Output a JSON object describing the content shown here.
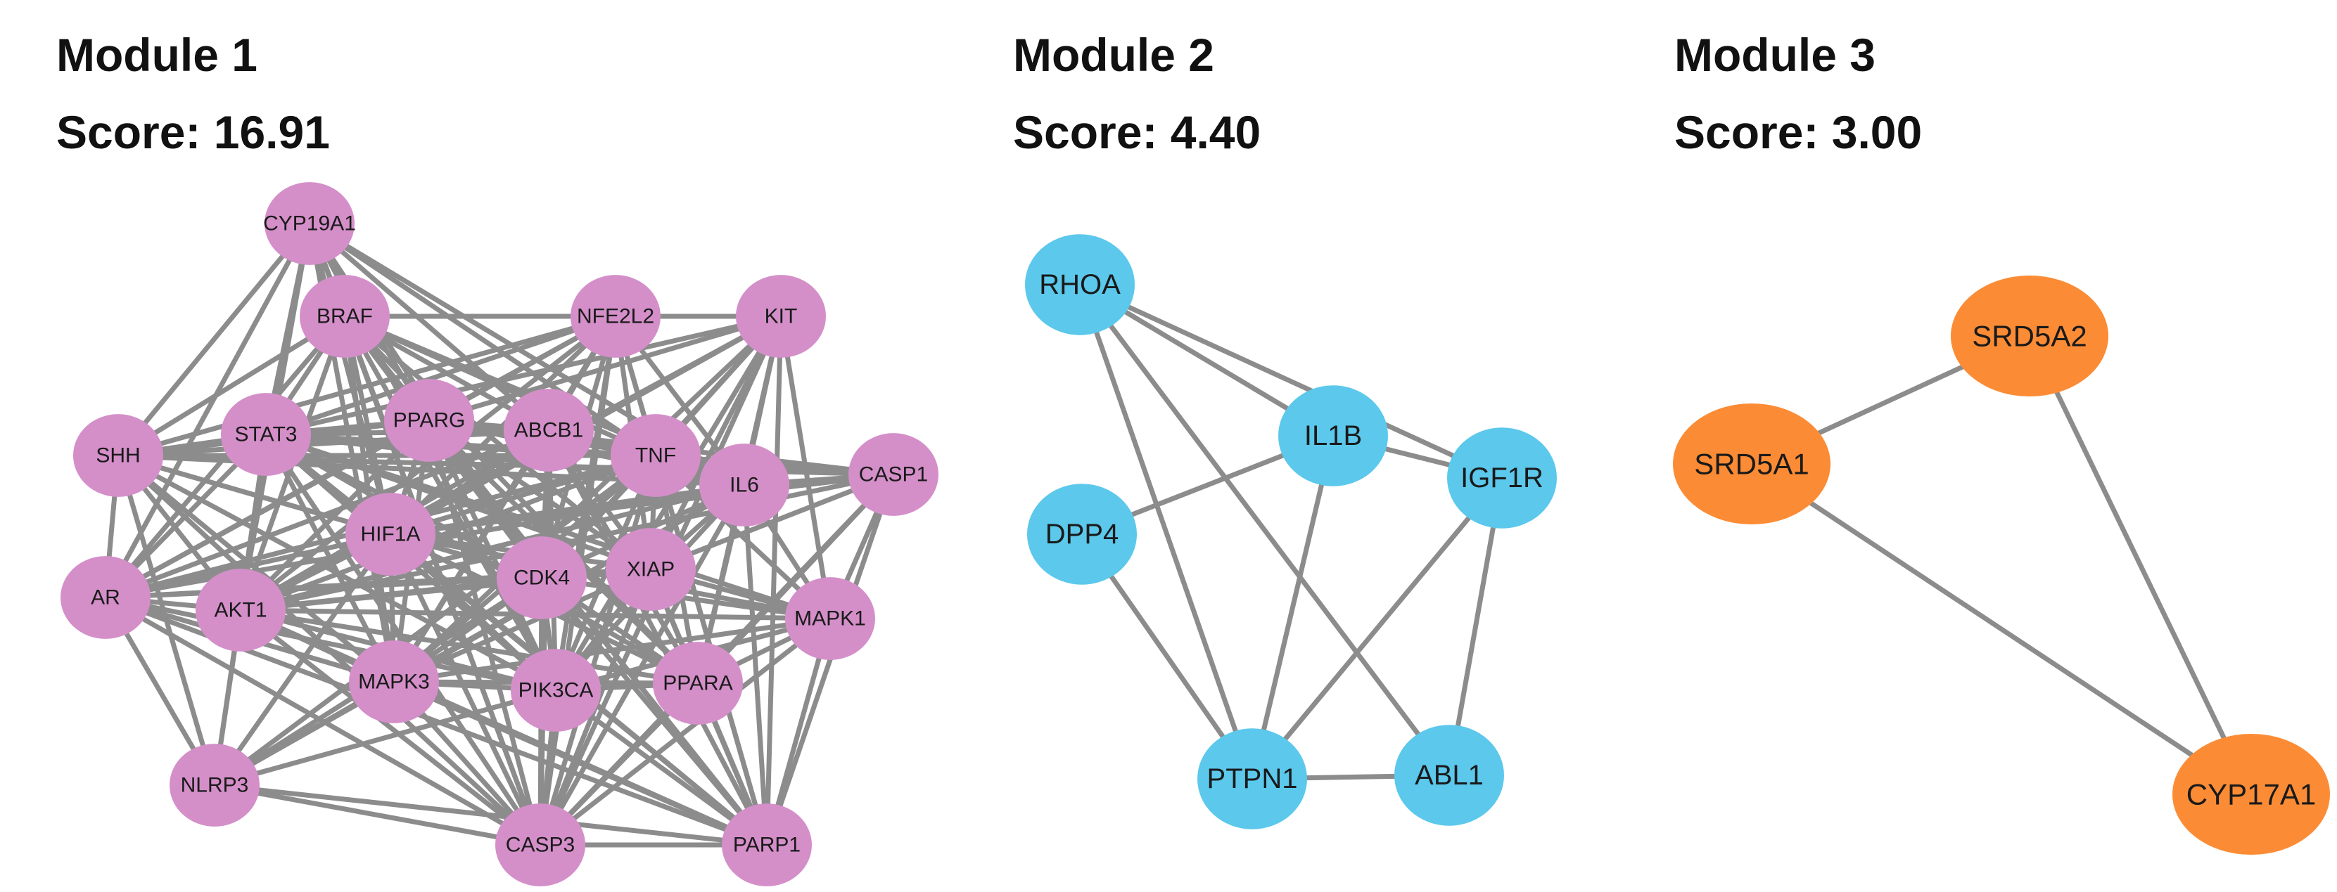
{
  "modules": [
    {
      "title": "Module 1",
      "score": "Score: 16.91",
      "node_color": "#d48fc9",
      "nodes": [
        "CYP19A1",
        "BRAF",
        "NFE2L2",
        "KIT",
        "SHH",
        "STAT3",
        "PPARG",
        "ABCB1",
        "TNF",
        "IL6",
        "CASP1",
        "HIF1A",
        "AR",
        "AKT1",
        "CDK4",
        "XIAP",
        "MAPK1",
        "MAPK3",
        "PIK3CA",
        "PPARA",
        "NLRP3",
        "CASP3",
        "PARP1"
      ],
      "edges": [
        [
          "CYP19A1",
          "BRAF"
        ],
        [
          "CYP19A1",
          "STAT3"
        ],
        [
          "CYP19A1",
          "SHH"
        ],
        [
          "CYP19A1",
          "AR"
        ],
        [
          "CYP19A1",
          "HIF1A"
        ],
        [
          "CYP19A1",
          "AKT1"
        ],
        [
          "CYP19A1",
          "PPARG"
        ],
        [
          "CYP19A1",
          "ABCB1"
        ],
        [
          "CYP19A1",
          "CDK4"
        ],
        [
          "CYP19A1",
          "TNF"
        ],
        [
          "CYP19A1",
          "IL6"
        ],
        [
          "CYP19A1",
          "MAPK3"
        ],
        [
          "CYP19A1",
          "PIK3CA"
        ],
        [
          "CYP19A1",
          "CASP3"
        ],
        [
          "BRAF",
          "NFE2L2"
        ],
        [
          "BRAF",
          "KIT"
        ],
        [
          "BRAF",
          "STAT3"
        ],
        [
          "BRAF",
          "PPARG"
        ],
        [
          "BRAF",
          "ABCB1"
        ],
        [
          "BRAF",
          "TNF"
        ],
        [
          "BRAF",
          "HIF1A"
        ],
        [
          "BRAF",
          "AKT1"
        ],
        [
          "BRAF",
          "CDK4"
        ],
        [
          "BRAF",
          "XIAP"
        ],
        [
          "BRAF",
          "MAPK3"
        ],
        [
          "BRAF",
          "PIK3CA"
        ],
        [
          "BRAF",
          "PPARA"
        ],
        [
          "BRAF",
          "CASP3"
        ],
        [
          "BRAF",
          "PARP1"
        ],
        [
          "BRAF",
          "SHH"
        ],
        [
          "BRAF",
          "AR"
        ],
        [
          "BRAF",
          "IL6"
        ],
        [
          "NFE2L2",
          "KIT"
        ],
        [
          "NFE2L2",
          "STAT3"
        ],
        [
          "NFE2L2",
          "PPARG"
        ],
        [
          "NFE2L2",
          "ABCB1"
        ],
        [
          "NFE2L2",
          "TNF"
        ],
        [
          "NFE2L2",
          "HIF1A"
        ],
        [
          "NFE2L2",
          "AKT1"
        ],
        [
          "NFE2L2",
          "CDK4"
        ],
        [
          "NFE2L2",
          "IL6"
        ],
        [
          "NFE2L2",
          "XIAP"
        ],
        [
          "NFE2L2",
          "MAPK3"
        ],
        [
          "NFE2L2",
          "PIK3CA"
        ],
        [
          "NFE2L2",
          "CASP3"
        ],
        [
          "NFE2L2",
          "PARP1"
        ],
        [
          "NFE2L2",
          "SHH"
        ],
        [
          "NFE2L2",
          "AR"
        ],
        [
          "KIT",
          "STAT3"
        ],
        [
          "KIT",
          "TNF"
        ],
        [
          "KIT",
          "IL6"
        ],
        [
          "KIT",
          "HIF1A"
        ],
        [
          "KIT",
          "AKT1"
        ],
        [
          "KIT",
          "CDK4"
        ],
        [
          "KIT",
          "XIAP"
        ],
        [
          "KIT",
          "MAPK1"
        ],
        [
          "KIT",
          "MAPK3"
        ],
        [
          "KIT",
          "PIK3CA"
        ],
        [
          "KIT",
          "PPARA"
        ],
        [
          "KIT",
          "CASP3"
        ],
        [
          "KIT",
          "PARP1"
        ],
        [
          "KIT",
          "PPARG"
        ],
        [
          "SHH",
          "STAT3"
        ],
        [
          "SHH",
          "PPARG"
        ],
        [
          "SHH",
          "ABCB1"
        ],
        [
          "SHH",
          "TNF"
        ],
        [
          "SHH",
          "HIF1A"
        ],
        [
          "SHH",
          "AKT1"
        ],
        [
          "SHH",
          "CDK4"
        ],
        [
          "SHH",
          "MAPK3"
        ],
        [
          "SHH",
          "PIK3CA"
        ],
        [
          "SHH",
          "NLRP3"
        ],
        [
          "SHH",
          "CASP3"
        ],
        [
          "SHH",
          "IL6"
        ],
        [
          "SHH",
          "CASP1"
        ],
        [
          "SHH",
          "AR"
        ],
        [
          "STAT3",
          "PPARG"
        ],
        [
          "STAT3",
          "ABCB1"
        ],
        [
          "STAT3",
          "TNF"
        ],
        [
          "STAT3",
          "IL6"
        ],
        [
          "STAT3",
          "CASP1"
        ],
        [
          "STAT3",
          "HIF1A"
        ],
        [
          "STAT3",
          "AR"
        ],
        [
          "STAT3",
          "AKT1"
        ],
        [
          "STAT3",
          "CDK4"
        ],
        [
          "STAT3",
          "XIAP"
        ],
        [
          "STAT3",
          "MAPK1"
        ],
        [
          "STAT3",
          "MAPK3"
        ],
        [
          "STAT3",
          "PIK3CA"
        ],
        [
          "STAT3",
          "PPARA"
        ],
        [
          "STAT3",
          "NLRP3"
        ],
        [
          "STAT3",
          "CASP3"
        ],
        [
          "STAT3",
          "PARP1"
        ],
        [
          "PPARG",
          "ABCB1"
        ],
        [
          "PPARG",
          "TNF"
        ],
        [
          "PPARG",
          "IL6"
        ],
        [
          "PPARG",
          "HIF1A"
        ],
        [
          "PPARG",
          "AR"
        ],
        [
          "PPARG",
          "AKT1"
        ],
        [
          "PPARG",
          "CDK4"
        ],
        [
          "PPARG",
          "XIAP"
        ],
        [
          "PPARG",
          "MAPK3"
        ],
        [
          "PPARG",
          "PIK3CA"
        ],
        [
          "PPARG",
          "PPARA"
        ],
        [
          "PPARG",
          "CASP3"
        ],
        [
          "PPARG",
          "PARP1"
        ],
        [
          "PPARG",
          "CASP1"
        ],
        [
          "ABCB1",
          "TNF"
        ],
        [
          "ABCB1",
          "IL6"
        ],
        [
          "ABCB1",
          "HIF1A"
        ],
        [
          "ABCB1",
          "AR"
        ],
        [
          "ABCB1",
          "AKT1"
        ],
        [
          "ABCB1",
          "CDK4"
        ],
        [
          "ABCB1",
          "XIAP"
        ],
        [
          "ABCB1",
          "MAPK3"
        ],
        [
          "ABCB1",
          "PIK3CA"
        ],
        [
          "ABCB1",
          "CASP3"
        ],
        [
          "ABCB1",
          "PARP1"
        ],
        [
          "ABCB1",
          "PPARA"
        ],
        [
          "TNF",
          "IL6"
        ],
        [
          "TNF",
          "CASP1"
        ],
        [
          "TNF",
          "HIF1A"
        ],
        [
          "TNF",
          "AR"
        ],
        [
          "TNF",
          "AKT1"
        ],
        [
          "TNF",
          "CDK4"
        ],
        [
          "TNF",
          "XIAP"
        ],
        [
          "TNF",
          "MAPK1"
        ],
        [
          "TNF",
          "MAPK3"
        ],
        [
          "TNF",
          "PIK3CA"
        ],
        [
          "TNF",
          "PPARA"
        ],
        [
          "TNF",
          "NLRP3"
        ],
        [
          "TNF",
          "CASP3"
        ],
        [
          "TNF",
          "PARP1"
        ],
        [
          "IL6",
          "CASP1"
        ],
        [
          "IL6",
          "HIF1A"
        ],
        [
          "IL6",
          "AR"
        ],
        [
          "IL6",
          "AKT1"
        ],
        [
          "IL6",
          "CDK4"
        ],
        [
          "IL6",
          "XIAP"
        ],
        [
          "IL6",
          "MAPK1"
        ],
        [
          "IL6",
          "MAPK3"
        ],
        [
          "IL6",
          "PIK3CA"
        ],
        [
          "IL6",
          "PPARA"
        ],
        [
          "IL6",
          "NLRP3"
        ],
        [
          "IL6",
          "CASP3"
        ],
        [
          "IL6",
          "PARP1"
        ],
        [
          "CASP1",
          "XIAP"
        ],
        [
          "CASP1",
          "MAPK1"
        ],
        [
          "CASP1",
          "PPARA"
        ],
        [
          "CASP1",
          "PARP1"
        ],
        [
          "CASP1",
          "CASP3"
        ],
        [
          "CASP1",
          "HIF1A"
        ],
        [
          "CASP1",
          "AKT1"
        ],
        [
          "HIF1A",
          "AR"
        ],
        [
          "HIF1A",
          "AKT1"
        ],
        [
          "HIF1A",
          "CDK4"
        ],
        [
          "HIF1A",
          "XIAP"
        ],
        [
          "HIF1A",
          "MAPK1"
        ],
        [
          "HIF1A",
          "MAPK3"
        ],
        [
          "HIF1A",
          "PIK3CA"
        ],
        [
          "HIF1A",
          "PPARA"
        ],
        [
          "HIF1A",
          "NLRP3"
        ],
        [
          "HIF1A",
          "CASP3"
        ],
        [
          "HIF1A",
          "PARP1"
        ],
        [
          "AR",
          "AKT1"
        ],
        [
          "AR",
          "CDK4"
        ],
        [
          "AR",
          "MAPK3"
        ],
        [
          "AR",
          "PIK3CA"
        ],
        [
          "AR",
          "NLRP3"
        ],
        [
          "AR",
          "CASP3"
        ],
        [
          "AR",
          "PARP1"
        ],
        [
          "AR",
          "XIAP"
        ],
        [
          "AKT1",
          "CDK4"
        ],
        [
          "AKT1",
          "XIAP"
        ],
        [
          "AKT1",
          "MAPK1"
        ],
        [
          "AKT1",
          "MAPK3"
        ],
        [
          "AKT1",
          "PIK3CA"
        ],
        [
          "AKT1",
          "PPARA"
        ],
        [
          "AKT1",
          "NLRP3"
        ],
        [
          "AKT1",
          "CASP3"
        ],
        [
          "AKT1",
          "PARP1"
        ],
        [
          "CDK4",
          "XIAP"
        ],
        [
          "CDK4",
          "MAPK1"
        ],
        [
          "CDK4",
          "MAPK3"
        ],
        [
          "CDK4",
          "PIK3CA"
        ],
        [
          "CDK4",
          "PPARA"
        ],
        [
          "CDK4",
          "CASP3"
        ],
        [
          "CDK4",
          "PARP1"
        ],
        [
          "CDK4",
          "NLRP3"
        ],
        [
          "XIAP",
          "MAPK1"
        ],
        [
          "XIAP",
          "MAPK3"
        ],
        [
          "XIAP",
          "PIK3CA"
        ],
        [
          "XIAP",
          "PPARA"
        ],
        [
          "XIAP",
          "CASP3"
        ],
        [
          "XIAP",
          "PARP1"
        ],
        [
          "MAPK1",
          "PIK3CA"
        ],
        [
          "MAPK1",
          "PPARA"
        ],
        [
          "MAPK1",
          "CASP3"
        ],
        [
          "MAPK1",
          "PARP1"
        ],
        [
          "MAPK1",
          "MAPK3"
        ],
        [
          "MAPK3",
          "PIK3CA"
        ],
        [
          "MAPK3",
          "PPARA"
        ],
        [
          "MAPK3",
          "NLRP3"
        ],
        [
          "MAPK3",
          "CASP3"
        ],
        [
          "MAPK3",
          "PARP1"
        ],
        [
          "PIK3CA",
          "PPARA"
        ],
        [
          "PIK3CA",
          "NLRP3"
        ],
        [
          "PIK3CA",
          "CASP3"
        ],
        [
          "PIK3CA",
          "PARP1"
        ],
        [
          "PPARA",
          "CASP3"
        ],
        [
          "PPARA",
          "PARP1"
        ],
        [
          "NLRP3",
          "CASP3"
        ],
        [
          "NLRP3",
          "PARP1"
        ],
        [
          "CASP3",
          "PARP1"
        ]
      ]
    },
    {
      "title": "Module 2",
      "score": "Score: 4.40",
      "node_color": "#5bc8ec",
      "nodes": [
        "RHOA",
        "IL1B",
        "IGF1R",
        "DPP4",
        "PTPN1",
        "ABL1"
      ],
      "edges": [
        [
          "RHOA",
          "IL1B"
        ],
        [
          "RHOA",
          "IGF1R"
        ],
        [
          "RHOA",
          "PTPN1"
        ],
        [
          "RHOA",
          "ABL1"
        ],
        [
          "IL1B",
          "IGF1R"
        ],
        [
          "IL1B",
          "DPP4"
        ],
        [
          "IL1B",
          "PTPN1"
        ],
        [
          "IGF1R",
          "PTPN1"
        ],
        [
          "IGF1R",
          "ABL1"
        ],
        [
          "DPP4",
          "PTPN1"
        ],
        [
          "PTPN1",
          "ABL1"
        ]
      ]
    },
    {
      "title": "Module 3",
      "score": "Score: 3.00",
      "node_color": "#fb8c35",
      "nodes": [
        "SRD5A2",
        "SRD5A1",
        "CYP17A1"
      ],
      "edges": [
        [
          "SRD5A1",
          "SRD5A2"
        ],
        [
          "SRD5A2",
          "CYP17A1"
        ],
        [
          "SRD5A1",
          "CYP17A1"
        ]
      ]
    }
  ]
}
